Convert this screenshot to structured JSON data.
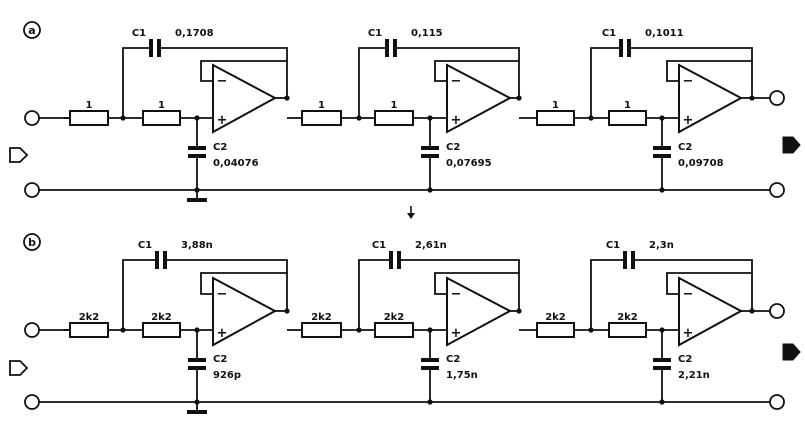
{
  "circuits": [
    {
      "label": "a",
      "stages": [
        {
          "r_in": "1",
          "r_mid": "1",
          "c1_label": "C1",
          "c1_value": "0,1708",
          "c2_label": "C2",
          "c2_value": "0,04076"
        },
        {
          "r_in": "1",
          "r_mid": "1",
          "c1_label": "C1",
          "c1_value": "0,115",
          "c2_label": "C2",
          "c2_value": "0,07695"
        },
        {
          "r_in": "1",
          "r_mid": "1",
          "c1_label": "C1",
          "c1_value": "0,1011",
          "c2_label": "C2",
          "c2_value": "0,09708"
        }
      ]
    },
    {
      "label": "b",
      "stages": [
        {
          "r_in": "2k2",
          "r_mid": "2k2",
          "c1_label": "C1",
          "c1_value": "3,88n",
          "c2_label": "C2",
          "c2_value": "926p"
        },
        {
          "r_in": "2k2",
          "r_mid": "2k2",
          "c1_label": "C1",
          "c1_value": "2,61n",
          "c2_label": "C2",
          "c2_value": "1,75n"
        },
        {
          "r_in": "2k2",
          "r_mid": "2k2",
          "c1_label": "C1",
          "c1_value": "2,3n",
          "c2_label": "C2",
          "c2_value": "2,21n"
        }
      ]
    }
  ],
  "opamp_inverting": "−",
  "opamp_noninverting": "+"
}
